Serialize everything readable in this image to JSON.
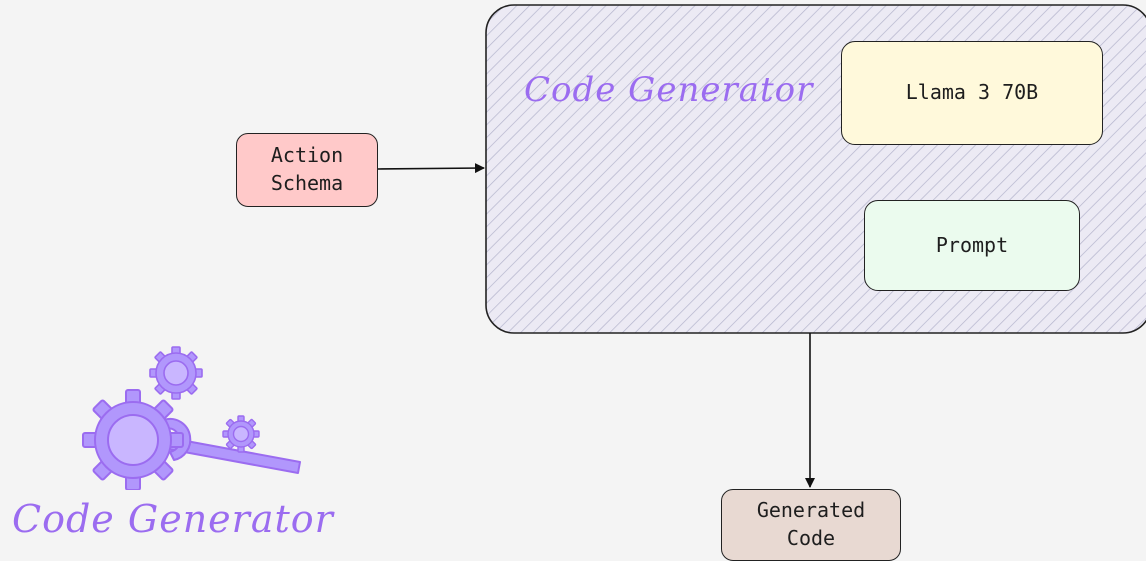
{
  "diagram": {
    "group": {
      "title": "Code Generator",
      "fill_color": "#e9e9f5",
      "hatch_color": "#b9b9d2",
      "border_color": "#222222"
    },
    "nodes": {
      "action_schema": {
        "label": "Action\nSchema",
        "color": "#ffc9c9"
      },
      "llama": {
        "label": "Llama 3 70B",
        "color": "#fff9db"
      },
      "prompt": {
        "label": "Prompt",
        "color": "#ebfbee"
      },
      "generated_code": {
        "label": "Generated\nCode",
        "color": "#e8d9d2"
      }
    },
    "edges": [
      {
        "from": "action_schema",
        "to": "group"
      },
      {
        "from": "group",
        "to": "generated_code"
      }
    ]
  },
  "logo": {
    "caption": "Code Generator",
    "icon": "gears-wrench-icon",
    "color": "#b197fc",
    "stroke_color": "#9b6cf0"
  }
}
